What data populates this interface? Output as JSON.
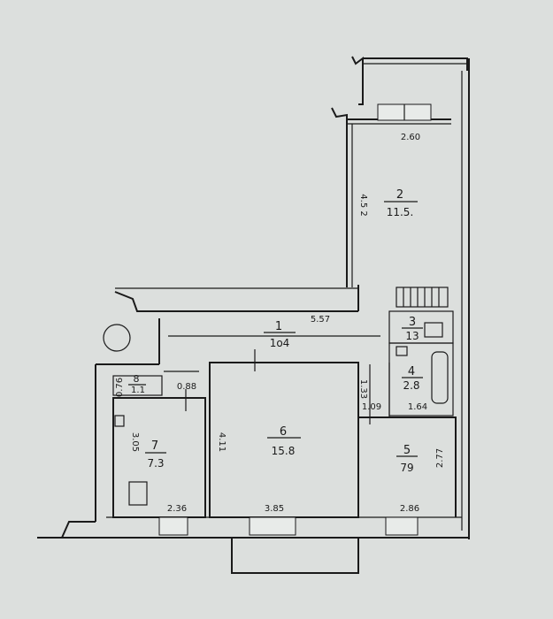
{
  "rooms": [
    {
      "num": "1",
      "area": "1o4"
    },
    {
      "num": "2",
      "area": "11.5."
    },
    {
      "num": "3",
      "area": "13"
    },
    {
      "num": "4",
      "area": "2.8"
    },
    {
      "num": "5",
      "area": "79"
    },
    {
      "num": "6",
      "area": "15.8"
    },
    {
      "num": "7",
      "area": "7.3"
    },
    {
      "num": "8",
      "area": "1.1"
    }
  ],
  "dimensions": {
    "d_2_60": "2.60",
    "d_4_52": "4.5 2",
    "d_5_57": "5.57",
    "d_0_88": "0.88",
    "d_0_76": "0.76",
    "d_3_05": "3.05",
    "d_4_11": "4.11",
    "d_1_33": "1.33",
    "d_1_09": "1.09",
    "d_1_64": "1.64",
    "d_2_77": "2.77",
    "d_2_36": "2.36",
    "d_3_85": "3.85",
    "d_2_86": "2.86"
  }
}
